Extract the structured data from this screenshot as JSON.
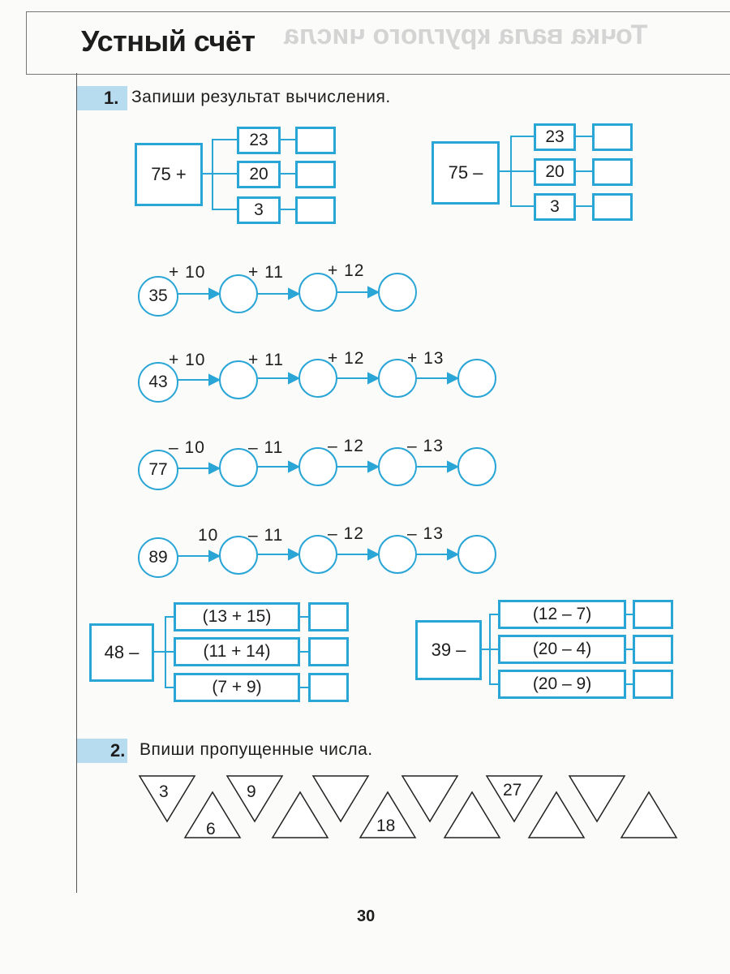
{
  "header": {
    "title": "Устный счёт"
  },
  "task1": {
    "number": "1.",
    "text": "Запиши результат вычисления.",
    "tree_plus": {
      "root": "75 +",
      "items": [
        "23",
        "20",
        "3"
      ]
    },
    "tree_minus": {
      "root": "75 –",
      "items": [
        "23",
        "20",
        "3"
      ]
    },
    "chains": [
      {
        "start": "35",
        "ops": [
          "+ 10",
          "+ 11",
          "+ 12"
        ]
      },
      {
        "start": "43",
        "ops": [
          "+ 10",
          "+ 11",
          "+ 12",
          "+ 13"
        ]
      },
      {
        "start": "77",
        "ops": [
          "– 10",
          "– 11",
          "– 12",
          "– 13"
        ]
      },
      {
        "start": "89",
        "ops": [
          "10",
          "– 11",
          "– 12",
          "– 13"
        ]
      }
    ],
    "tree_48": {
      "root": "48 –",
      "items": [
        "(13  +  15)",
        "(11  +  14)",
        "(7  +  9)"
      ]
    },
    "tree_39": {
      "root": "39 –",
      "items": [
        "(12  –  7)",
        "(20  –  4)",
        "(20  –  9)"
      ]
    }
  },
  "task2": {
    "number": "2.",
    "text": "Впиши пропущенные числа.",
    "triangle_numbers": {
      "t1": "3",
      "t2": "6",
      "t3": "9",
      "t4": "18",
      "t5": "27"
    }
  },
  "page_number": "30",
  "colors": {
    "accent": "#29a5d6",
    "highlight": "#b8dcef"
  }
}
